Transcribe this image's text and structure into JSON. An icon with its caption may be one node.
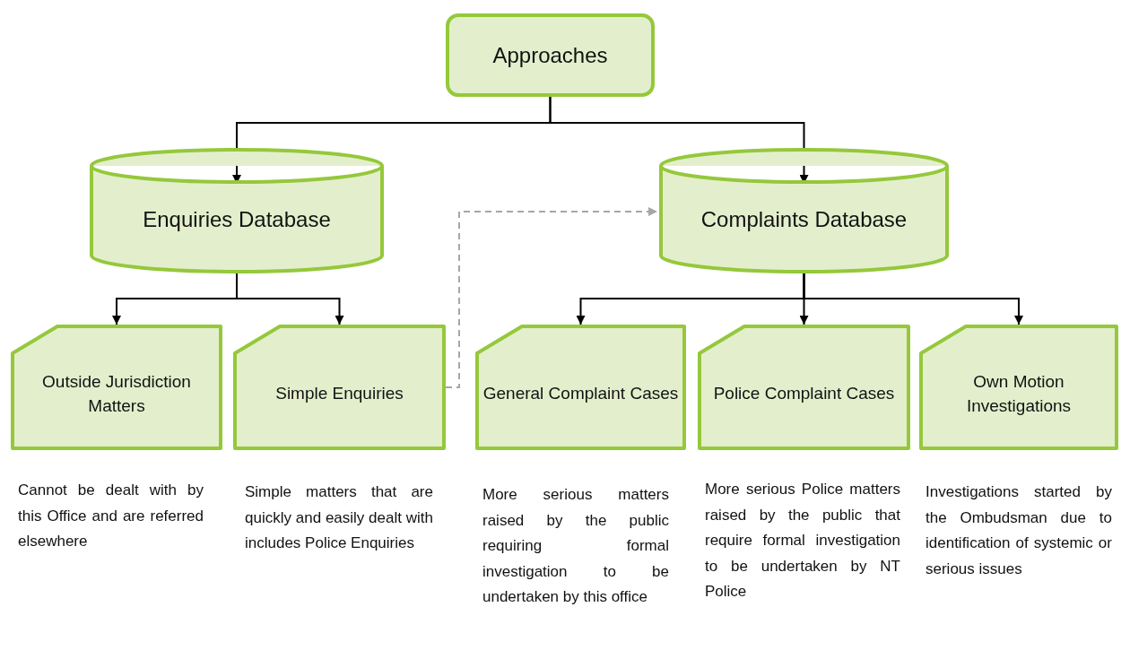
{
  "diagram": {
    "nodes": [
      {
        "text": [
          "Approaches"
        ]
      },
      {
        "text": [
          "Enquiries Database"
        ]
      },
      {
        "text": [
          "Complaints Database"
        ]
      },
      {
        "text": [
          "Outside Jurisdiction Matters"
        ],
        "beside": [
          "Cannot be dealt with by this Office and are referred elsewhere"
        ]
      },
      {
        "text": [
          "Simple Enquiries"
        ],
        "beside": [
          "Simple matters that are quickly and easily dealt with includes Police Enquiries"
        ]
      },
      {
        "text": [
          "General Complaint Cases"
        ],
        "beside": [
          "More serious matters raised by the public requiring formal investigation to be undertaken by this office"
        ]
      },
      {
        "text": [
          "Police Complaint Cases"
        ],
        "beside": [
          "More serious Police matters raised by the public that require formal investigation to be undertaken by NT Police"
        ]
      },
      {
        "text": [
          "Own Motion Investigations"
        ],
        "beside": [
          "Investigations started by the Ombudsman due to identification of systemic or serious issues"
        ]
      }
    ],
    "edges": [
      {
        "from": 0,
        "to": 1,
        "arrow": "to"
      },
      {
        "from": 0,
        "to": 2,
        "arrow": "to"
      },
      {
        "from": 1,
        "to": 3,
        "arrow": "to"
      },
      {
        "from": 1,
        "to": 4,
        "arrow": "to"
      },
      {
        "from": 2,
        "to": 5,
        "arrow": "to"
      },
      {
        "from": 2,
        "to": 6,
        "arrow": "to"
      },
      {
        "from": 2,
        "to": 7,
        "arrow": "to"
      },
      {
        "from": 4,
        "to": 2,
        "arrow": "to",
        "style": "dashed",
        "color": "#a6a6a6"
      }
    ]
  }
}
